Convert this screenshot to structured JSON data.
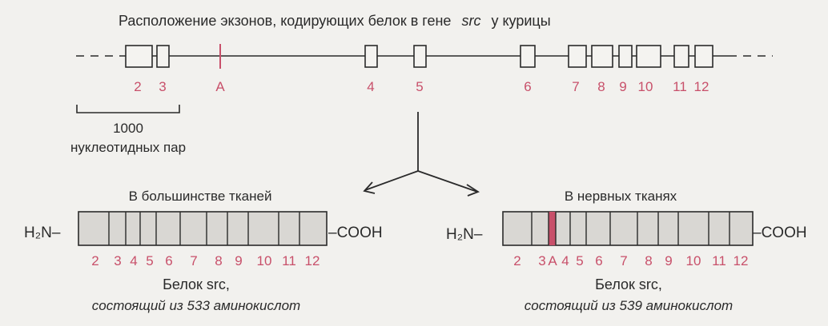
{
  "title": {
    "text": "Расположение экзонов, кодирующих белок в гене",
    "gene": "src",
    "suffix": "у курицы"
  },
  "gene_map": {
    "exon_labels": [
      "2",
      "3",
      "A",
      "4",
      "5",
      "6",
      "7",
      "8",
      "9",
      "10",
      "11",
      "12"
    ]
  },
  "scale_bar": {
    "value": "1000",
    "unit": "нуклеотидных пар"
  },
  "left_protein": {
    "tissue": "В большинстве тканей",
    "n_term": "H₂N–",
    "c_term": "–COOH",
    "segment_labels": [
      "2",
      "3",
      "4",
      "5",
      "6",
      "7",
      "8",
      "9",
      "10",
      "11",
      "12"
    ],
    "caption_line1": "Белок src,",
    "caption_line2": "состоящий из 533 аминокислот"
  },
  "right_protein": {
    "tissue": "В нервных тканях",
    "n_term": "H₂N–",
    "c_term": "–COOH",
    "segment_labels": [
      "2",
      "3",
      "A",
      "4",
      "5",
      "6",
      "7",
      "8",
      "9",
      "10",
      "11",
      "12"
    ],
    "caption_line1": "Белок src,",
    "caption_line2": "состоящий из 539 аминокислот"
  },
  "colors": {
    "ink": "#2a2a2a",
    "exon_label": "#c8506a",
    "exon_a": "#c8506a",
    "bar_fill": "#d9d7d3",
    "background": "#f2f1ee"
  }
}
